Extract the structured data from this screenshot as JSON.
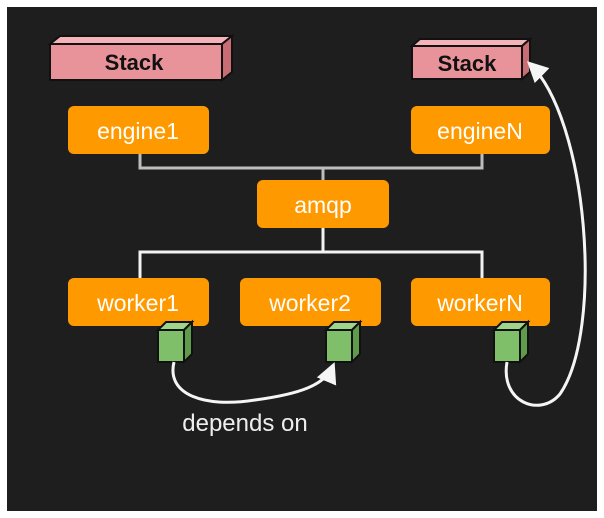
{
  "colors": {
    "background": "#1e1e1e",
    "node_fill": "#ff9900",
    "node_text": "#ffffff",
    "stack_front": "#e8939a",
    "stack_top": "#f3b3b8",
    "stack_side": "#c86d74",
    "stack_border": "#111111",
    "connector": "#bdbdbd",
    "connector_light": "#f2f2f2",
    "cube_front": "#7fbf6a",
    "cube_side": "#5e9c4c",
    "arrow": "#f5f5f5"
  },
  "stacks": [
    {
      "label": "Stack"
    },
    {
      "label": "Stack"
    }
  ],
  "engines": [
    {
      "label": "engine1"
    },
    {
      "label": "engineN"
    }
  ],
  "broker": {
    "label": "amqp"
  },
  "workers": [
    {
      "label": "worker1"
    },
    {
      "label": "worker2"
    },
    {
      "label": "workerN"
    }
  ],
  "caption": "depends on",
  "icons": {
    "worker_cube": "green-cube-icon",
    "arrowhead": "arrowhead-icon"
  }
}
